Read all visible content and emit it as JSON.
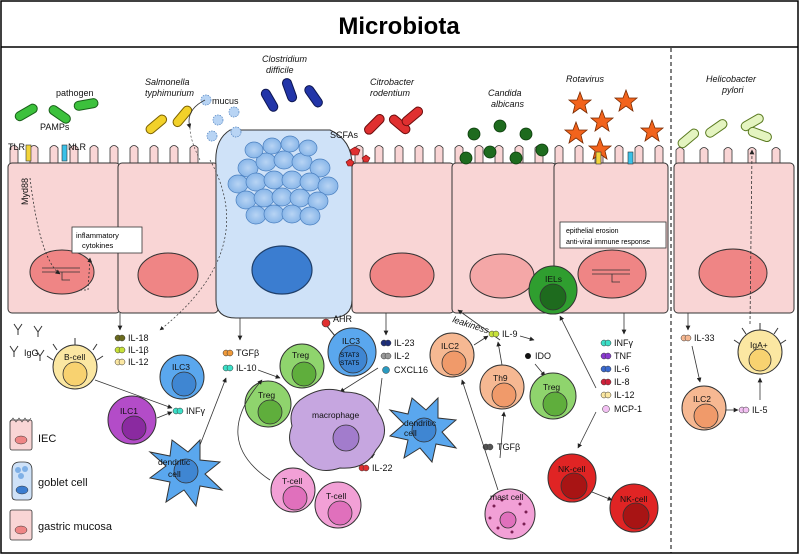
{
  "title": "Microbiota",
  "microbes": {
    "pathogen": "pathogen",
    "salmonella": [
      "Salmonella",
      "typhimurium"
    ],
    "clostridium": [
      "Clostridium",
      "difficile"
    ],
    "citrobacter": [
      "Citrobacter",
      "rodentium"
    ],
    "candida": [
      "Candida",
      "albicans"
    ],
    "rotavirus": "Rotavirus",
    "helicobacter": [
      "Helicobacter",
      "pylori"
    ],
    "mucus": "mucus",
    "scfas": "SCFAs",
    "pamps": "PAMPs",
    "tlr": "TLR",
    "nlr": "NLR",
    "myd88": "Myd88"
  },
  "boxes": {
    "inflammatory": [
      "inflammatory",
      "cytokines"
    ],
    "epithelial_erosion": "epithelial erosion",
    "antiviral": "anti-viral immune response"
  },
  "cytokines": {
    "group1": [
      "IL-18",
      "IL-1β",
      "IL-12"
    ],
    "igg": "IgG",
    "tgfb_il10": [
      "TGFβ",
      "IL-10"
    ],
    "infg_ilc1": "INFγ",
    "ahr": "AHR",
    "il23_group": [
      "IL-23",
      "IL-2",
      "CXCL16"
    ],
    "il22": "IL-22",
    "leakiness": "leakiness",
    "il9": "IL-9",
    "ido": "IDO",
    "tgfb_mast": "TGFβ",
    "rota_group": [
      "INFγ",
      "TNF",
      "IL-6",
      "IL-8",
      "IL-12",
      "MCP-1"
    ],
    "il33": "IL-33",
    "il5": "IL-5"
  },
  "cells": {
    "bcell": "B-cell",
    "ilc3a": "ILC3",
    "ilc1": "ILC1",
    "dendritic1": [
      "dendritic",
      "cell"
    ],
    "treg1": "Treg",
    "treg2": "Treg",
    "ilc3_stat": [
      "ILC3",
      "STAT3",
      "STAT5"
    ],
    "macrophage": "macrophage",
    "tcell1": "T-cell",
    "tcell2": "T-cell",
    "dendritic2": [
      "dendritic",
      "cell"
    ],
    "ilc2a": "ILC2",
    "th9": "Th9",
    "treg3": "Treg",
    "mast": "mast cell",
    "iels": "IELs",
    "nk1": "NK-cell",
    "nk2": "NK-cell",
    "ilc2b": "ILC2",
    "iga": "IgA+"
  },
  "legend": [
    {
      "label": "IEC",
      "icon": "iec-icon"
    },
    {
      "label": "goblet cell",
      "icon": "goblet-icon"
    },
    {
      "label": "gastric mucosa",
      "icon": "gastric-icon"
    }
  ],
  "colors": {
    "epithelium": "#f9d5d5",
    "nucleus": "#ef8585",
    "goblet": "#cfe2f8",
    "goblet_nucleus": "#3b7dd0",
    "treg": "#8fd46d",
    "ilc3": "#5aa7ee",
    "ilc1": "#b34cc8",
    "macrophage": "#c6a6e0",
    "tcell": "#f2a0d6",
    "ilc2": "#f6b892",
    "nk": "#e02424",
    "iels": "#2f9e2f",
    "bcell": "#fbe7a2"
  }
}
